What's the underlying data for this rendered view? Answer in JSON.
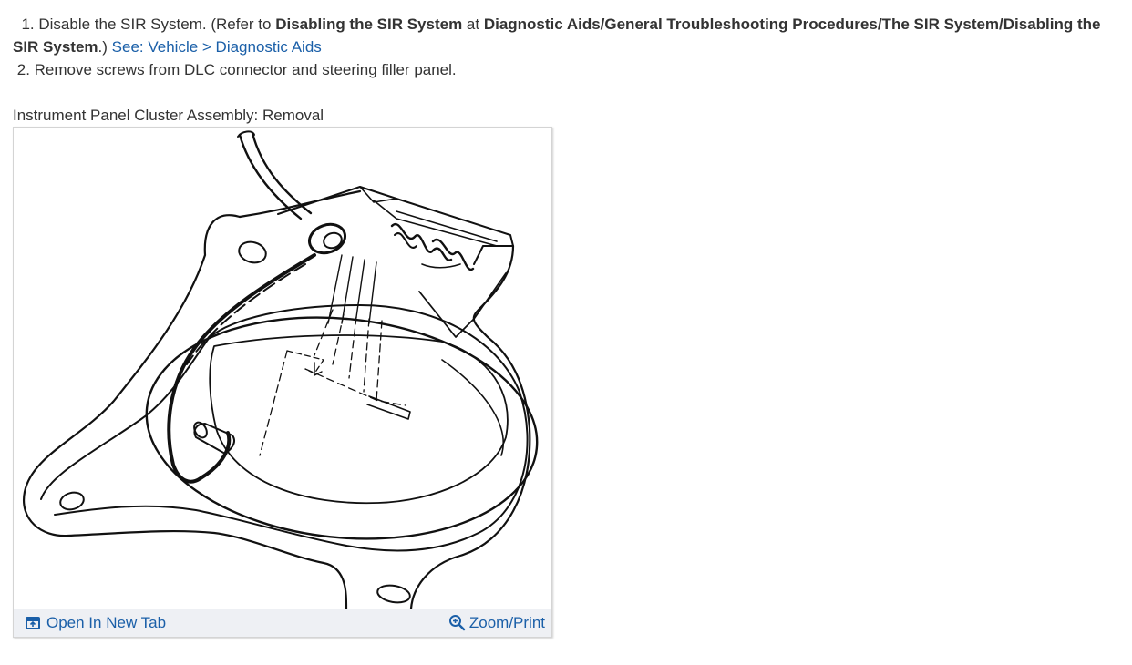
{
  "steps": [
    {
      "number": "1.",
      "text_before": "Disable the SIR System. (Refer to ",
      "bold1": "Disabling the SIR System",
      "text_mid": " at ",
      "bold2": "Diagnostic Aids/General Troubleshooting Procedures/The SIR System/Disabling the SIR System",
      "text_after": ".) ",
      "link": "See: Vehicle > Diagnostic Aids"
    },
    {
      "number": "2.",
      "text": "Remove screws from DLC connector and steering filler panel."
    }
  ],
  "figure": {
    "caption": "Instrument Panel Cluster Assembly: Removal",
    "open_tab_label": "Open In New Tab",
    "zoom_label": "Zoom/Print"
  },
  "colors": {
    "text": "#333333",
    "link": "#1a5fa8",
    "toolbar_bg": "#eef0f4"
  },
  "icons": {
    "open_tab": "open-in-new-tab-icon",
    "zoom": "magnifier-plus-icon"
  }
}
